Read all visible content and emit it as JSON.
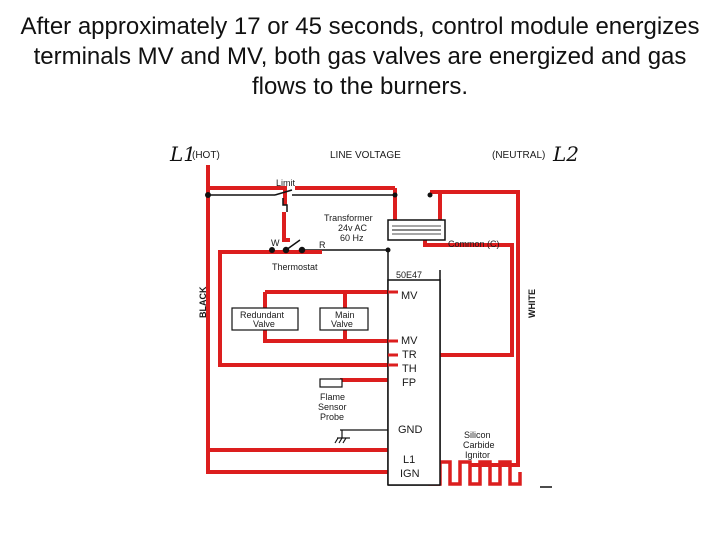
{
  "caption": "After approximately 17 or 45 seconds, control module energizes terminals MV and MV, both gas valves are energized and gas flows to the burners.",
  "colors": {
    "energized_wire": "#dc1e1e",
    "wire": "#111111",
    "background": "#ffffff"
  },
  "diagram": {
    "l1_label": "L1",
    "hot_label": "(HOT)",
    "line_voltage_label": "LINE VOLTAGE",
    "neutral_label": "(NEUTRAL)",
    "l2_label": "L2",
    "limit_label": "Limit",
    "transformer_label": "Transformer",
    "transformer_voltage": "24v AC",
    "transformer_freq": "60 Hz",
    "common_label": "Common (C)",
    "thermostat_w": "W",
    "thermostat_r": "R",
    "thermostat_label": "Thermostat",
    "module_label": "50E47",
    "black_label": "BLACK",
    "white_label": "WHITE",
    "redundant_valve_line1": "Redundant",
    "redundant_valve_line2": "Valve",
    "main_valve_line1": "Main",
    "main_valve_line2": "Valve",
    "flame_sensor_line1": "Flame",
    "flame_sensor_line2": "Sensor",
    "flame_sensor_line3": "Probe",
    "ignitor_line1": "Silicon",
    "ignitor_line2": "Carbide",
    "ignitor_line3": "Ignitor",
    "terminals": [
      "MV",
      "MV",
      "TR",
      "TH",
      "FP",
      "GND",
      "L1",
      "IGN"
    ]
  }
}
